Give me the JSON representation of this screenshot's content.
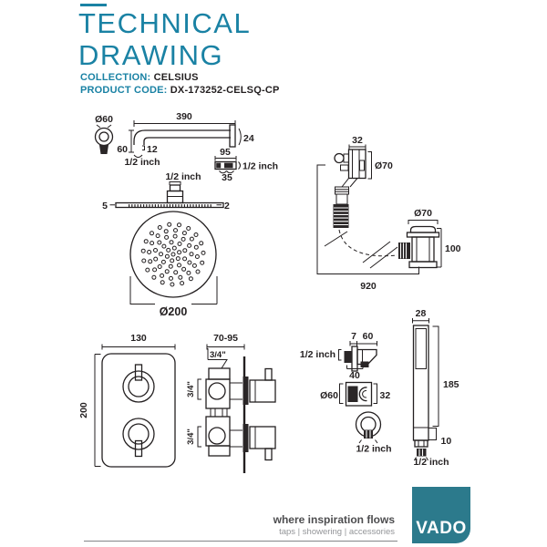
{
  "header": {
    "title_line1": "TECHNICAL",
    "title_line2": "DRAWING",
    "collection_label": "COLLECTION:",
    "collection_value": "CELSIUS",
    "product_code_label": "PRODUCT CODE:",
    "product_code_value": "DX-173252-CELSQ-CP"
  },
  "colors": {
    "accent_teal": "#1A82A4",
    "logo_teal": "#2C7A8C",
    "line_dark": "#231F20",
    "footer_gray": "#4D4D4F"
  },
  "diagrams": {
    "arm": {
      "dia": "Ø60",
      "len": "390",
      "drop": "60",
      "stub": "12",
      "thread": "1/2 inch",
      "flange": "24",
      "conn_len": "95",
      "conn_thread": "1/2 inch",
      "conn_width": "35"
    },
    "head": {
      "thread": "1/2 inch",
      "edge_left": "5",
      "edge_right": "2",
      "dia": "Ø200"
    },
    "filler": {
      "top_width": "32",
      "top_dia": "Ø70",
      "waste_dia": "Ø70",
      "waste_height": "100",
      "hose_len": "920"
    },
    "valve_front": {
      "width": "130",
      "height": "200"
    },
    "valve_side": {
      "depth": "70-95",
      "thread_top": "3/4\"",
      "thread_upper": "3/4\"",
      "thread_lower": "3/4\""
    },
    "outlet_side": {
      "dim_a": "7",
      "dim_b": "60",
      "thread": "1/2 inch",
      "depth": "40"
    },
    "outlet_front": {
      "dia": "Ø60",
      "width": "32"
    },
    "outlet_bottom": {
      "thread": "1/2 inch"
    },
    "handset": {
      "width": "28",
      "height": "185",
      "tail": "10",
      "thread": "1/2 inch"
    }
  },
  "footer": {
    "tagline": "where inspiration flows",
    "subtagline": "taps | showering | accessories",
    "logo_text": "VADO"
  }
}
